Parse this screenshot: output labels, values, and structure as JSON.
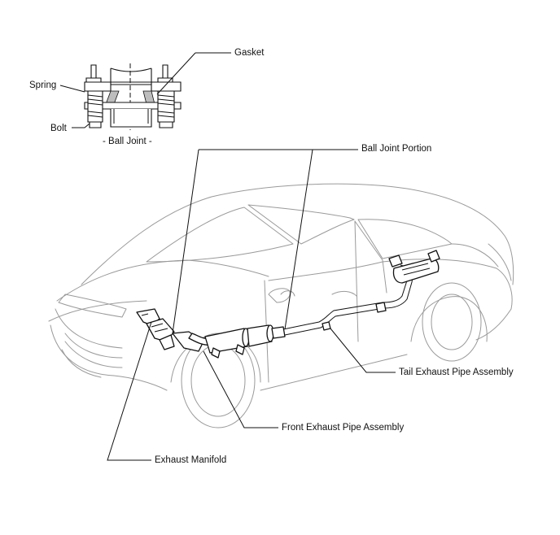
{
  "labels": {
    "gasket": "Gasket",
    "spring": "Spring",
    "bolt": "Bolt",
    "ball_joint_caption": "- Ball Joint -",
    "ball_joint_portion": "Ball Joint Portion",
    "tail_exhaust_pipe": "Tail Exhaust Pipe Assembly",
    "front_exhaust_pipe": "Front Exhaust Pipe Assembly",
    "exhaust_manifold": "Exhaust Manifold"
  },
  "colors": {
    "line": "#111111",
    "car_outline": "#9a9a9a",
    "background": "#ffffff"
  }
}
